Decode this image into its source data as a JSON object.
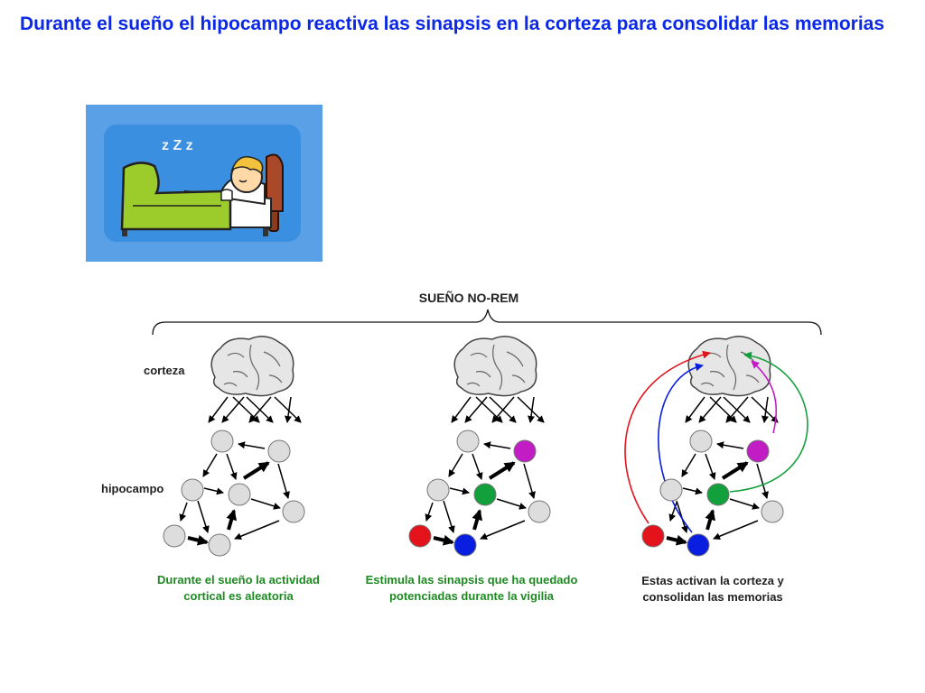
{
  "title": "Durante el sueño el hipocampo reactiva las sinapsis en la corteza para consolidar las memorias",
  "phase_label": "SUEÑO NO-REM",
  "region_labels": {
    "cortex": "corteza",
    "hippocampus": "hipocampo"
  },
  "illustration": {
    "subject": "child-sleeping-in-bed",
    "sleep_text": "z Z z"
  },
  "panels": [
    {
      "caption_line1": "Durante el sueño la actividad",
      "caption_line2": "cortical es aleatoria",
      "caption_color": "#1d8a21",
      "active_neurons": []
    },
    {
      "caption_line1": "Estimula las sinapsis que ha quedado",
      "caption_line2": "potenciadas durante la vigilia",
      "caption_color": "#1d8a21",
      "active_neurons": [
        "red",
        "blue",
        "green",
        "magenta"
      ]
    },
    {
      "caption_line1": "Estas activan la corteza y",
      "caption_line2": "consolidan las memorias",
      "caption_color": "#222222",
      "active_neurons": [
        "red",
        "blue",
        "green",
        "magenta"
      ]
    }
  ],
  "colors": {
    "title": "#0a28e6",
    "neuron_inactive": "#dddddd",
    "neuron_red": "#e3121b",
    "neuron_blue": "#0a1ee0",
    "neuron_green": "#12a03c",
    "neuron_magenta": "#c21cc4",
    "illustration_bg": "#5aa0e6",
    "blanket": "#9ccc2c"
  }
}
